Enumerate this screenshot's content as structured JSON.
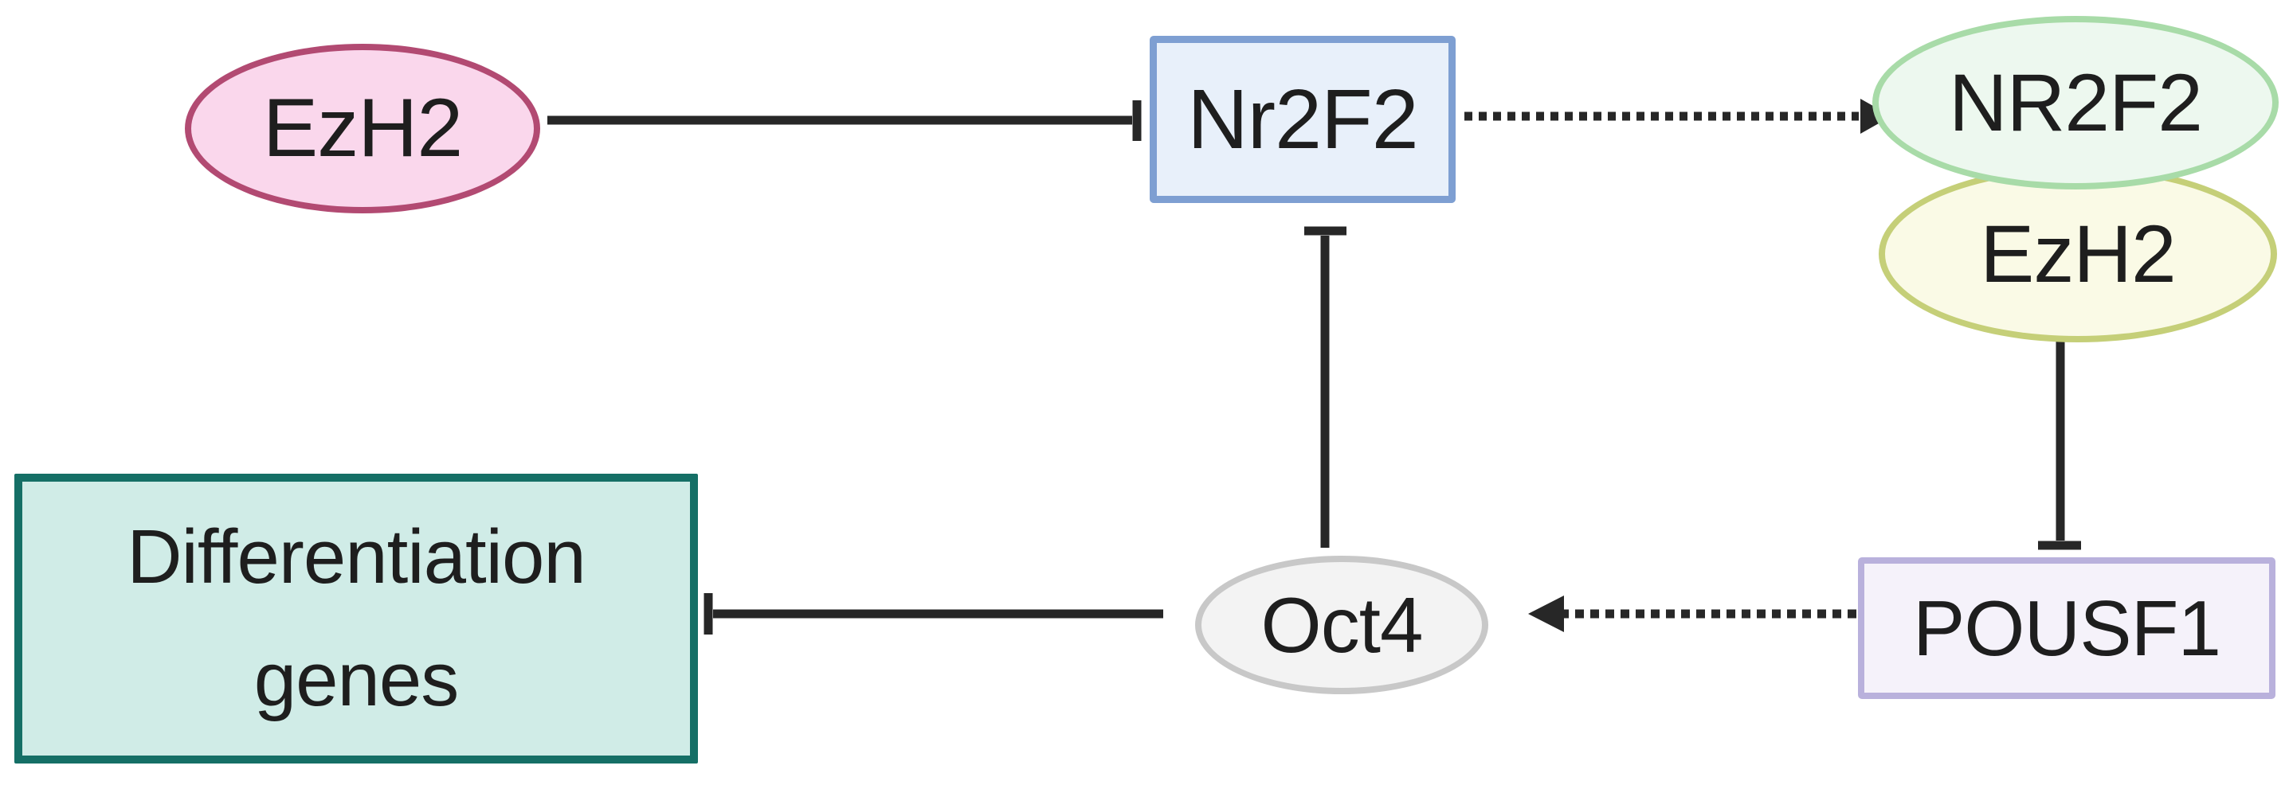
{
  "figure": {
    "type": "gene-regulation-pathway-diagram",
    "background": "#ffffff",
    "edge_color": "#272727",
    "nodes": [
      {
        "id": "ezh2",
        "label": "EzH2",
        "shape": "ellipse",
        "fill": "#fad7ec",
        "stroke": "#b24a72"
      },
      {
        "id": "nr2f2-gene",
        "label": "Nr2F2",
        "shape": "rectangle",
        "fill": "#e8f0fa",
        "stroke": "#7e9fd2"
      },
      {
        "id": "nr2f2-protein",
        "label": "NR2F2",
        "shape": "ellipse",
        "fill": "#edf8ef",
        "stroke": "#a8dba8"
      },
      {
        "id": "ezh2-complex",
        "label": "EzH2",
        "shape": "ellipse",
        "fill": "#fafae6",
        "stroke": "#c5cf78"
      },
      {
        "id": "pousf1",
        "label": "POUSF1",
        "shape": "rectangle",
        "fill": "#f5f2fa",
        "stroke": "#b9b1dc"
      },
      {
        "id": "oct4",
        "label": "Oct4",
        "shape": "ellipse",
        "fill": "#f3f3f3",
        "stroke": "#c8c8c8"
      },
      {
        "id": "differentiation-genes",
        "label": "Differentiation genes",
        "label_lines": [
          "Differentiation",
          "genes"
        ],
        "shape": "rectangle",
        "fill": "#d0ece7",
        "stroke": "#156f66"
      }
    ],
    "edges": [
      {
        "from": "EzH2",
        "to": "Nr2F2",
        "type": "inhibition",
        "line": "solid"
      },
      {
        "from": "Nr2F2",
        "to": "NR2F2",
        "type": "activation",
        "line": "dotted"
      },
      {
        "from": "Oct4",
        "to": "Nr2F2",
        "type": "inhibition",
        "line": "solid"
      },
      {
        "from": "EzH2-complex",
        "to": "POUSF1",
        "type": "inhibition",
        "line": "solid"
      },
      {
        "from": "POUSF1",
        "to": "Oct4",
        "type": "activation",
        "line": "dotted"
      },
      {
        "from": "Oct4",
        "to": "Differentiation genes",
        "type": "inhibition",
        "line": "solid"
      }
    ]
  }
}
